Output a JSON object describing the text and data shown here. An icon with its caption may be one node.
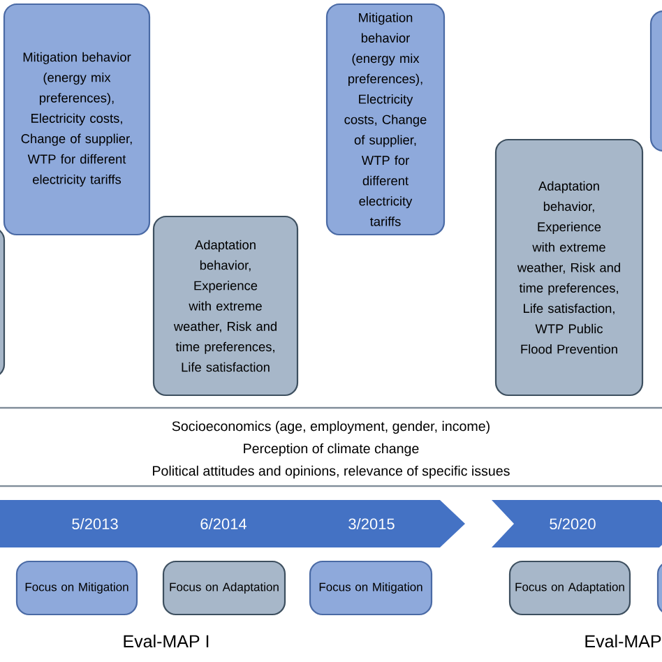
{
  "diagram": {
    "nodes": [
      {
        "text": [],
        "shape": "box"
      },
      {
        "text": [
          "Mitigation behavior (energy mix preferences), Electricity costs,  Change of supplier, WTP for different electricity tariffs"
        ]
      },
      {
        "text": [
          "Adaptation behavior, Experience with extreme weather, Risk and time preferences, Life satisfaction"
        ]
      },
      {
        "text": [
          "Mitigation behavior (energy mix preferences), Electricity costs,  Change of supplier, WTP for different electricity tariffs"
        ]
      },
      {
        "text": [
          "Adaptation behavior, Experience with extreme weather, Risk and time preferences, Life satisfaction, WTP Public Flood Prevention"
        ]
      },
      {
        "text": [],
        "shape": "box"
      },
      {
        "text": [
          "Socioeconomics (age, employment, gender, income)",
          "Perception of climate change",
          "Political attitudes and opinions, relevance of specific issues"
        ]
      },
      {
        "text": [
          "5/2013",
          "6/2014",
          "3/2015"
        ]
      },
      {
        "text": [
          "5/2020"
        ]
      },
      {
        "text": [
          "Focus on Mitigation"
        ]
      },
      {
        "text": [
          "Focus on Adaptation"
        ]
      },
      {
        "text": [
          "Focus on Mitigation"
        ]
      },
      {
        "text": [
          "Focus on Adaptation"
        ]
      },
      {
        "text": [],
        "shape": "box"
      }
    ],
    "labels": [
      "Eval-MAP I",
      "Eval-MAP"
    ]
  }
}
